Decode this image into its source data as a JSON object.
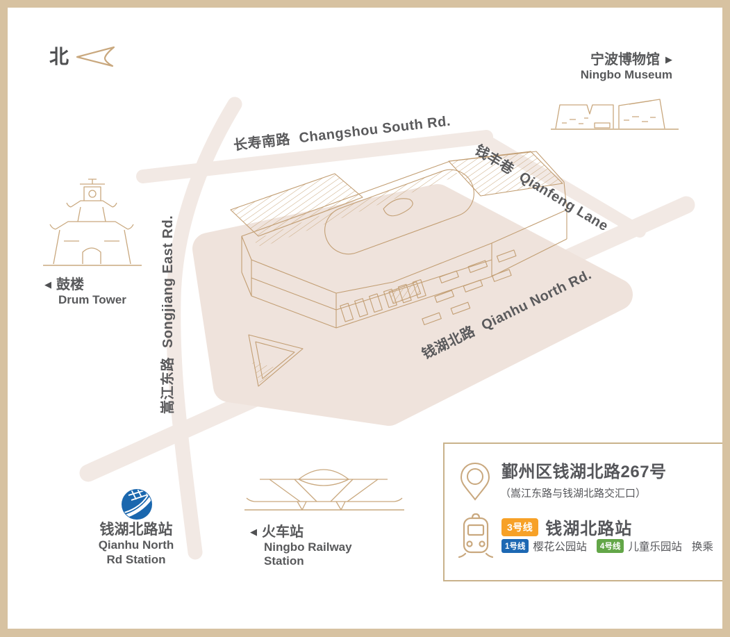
{
  "compass": {
    "north_label": "北"
  },
  "landmarks": {
    "museum": {
      "zh": "宁波博物馆",
      "en": "Ningbo Museum",
      "arrow": "▶"
    },
    "drum_tower": {
      "arrow": "◀",
      "zh": "鼓楼",
      "en": "Drum Tower"
    },
    "railway_station": {
      "arrow": "◀",
      "zh": "火车站",
      "en_line1": "Ningbo Railway",
      "en_line2": "Station"
    },
    "metro_station": {
      "zh": "钱湖北路站",
      "en_line1": "Qianhu North",
      "en_line2": "Rd Station"
    }
  },
  "roads": {
    "changshou": {
      "zh": "长寿南路",
      "en": "Changshou South Rd."
    },
    "qianfeng": {
      "zh": "钱丰巷",
      "en": "Qianfeng Lane"
    },
    "songjiang": {
      "zh": "嵩江东路",
      "en": "Songjiang East Rd."
    },
    "qianhu": {
      "zh": "钱湖北路",
      "en": "Qianhu North Rd."
    }
  },
  "info_box": {
    "address_main": "鄞州区钱湖北路267号",
    "address_sub": "（嵩江东路与钱湖北路交汇口）",
    "line3_badge": "3号线",
    "line3_station": "钱湖北路站",
    "line1_badge": "1号线",
    "line1_station": "樱花公园站",
    "line4_badge": "4号线",
    "line4_station": "儿童乐园站",
    "transfer_label": "换乘"
  },
  "colors": {
    "frame": "#D7C2A1",
    "road": "#F2E9E4",
    "plot": "#EFE3DC",
    "sketch_line": "#C29E73",
    "icon_line": "#C9A87E",
    "text": "#58595B",
    "metro_logo_blue": "#1A67AE",
    "line3_orange": "#F7A127",
    "line1_blue": "#1D68B3",
    "line4_green": "#63A648"
  }
}
